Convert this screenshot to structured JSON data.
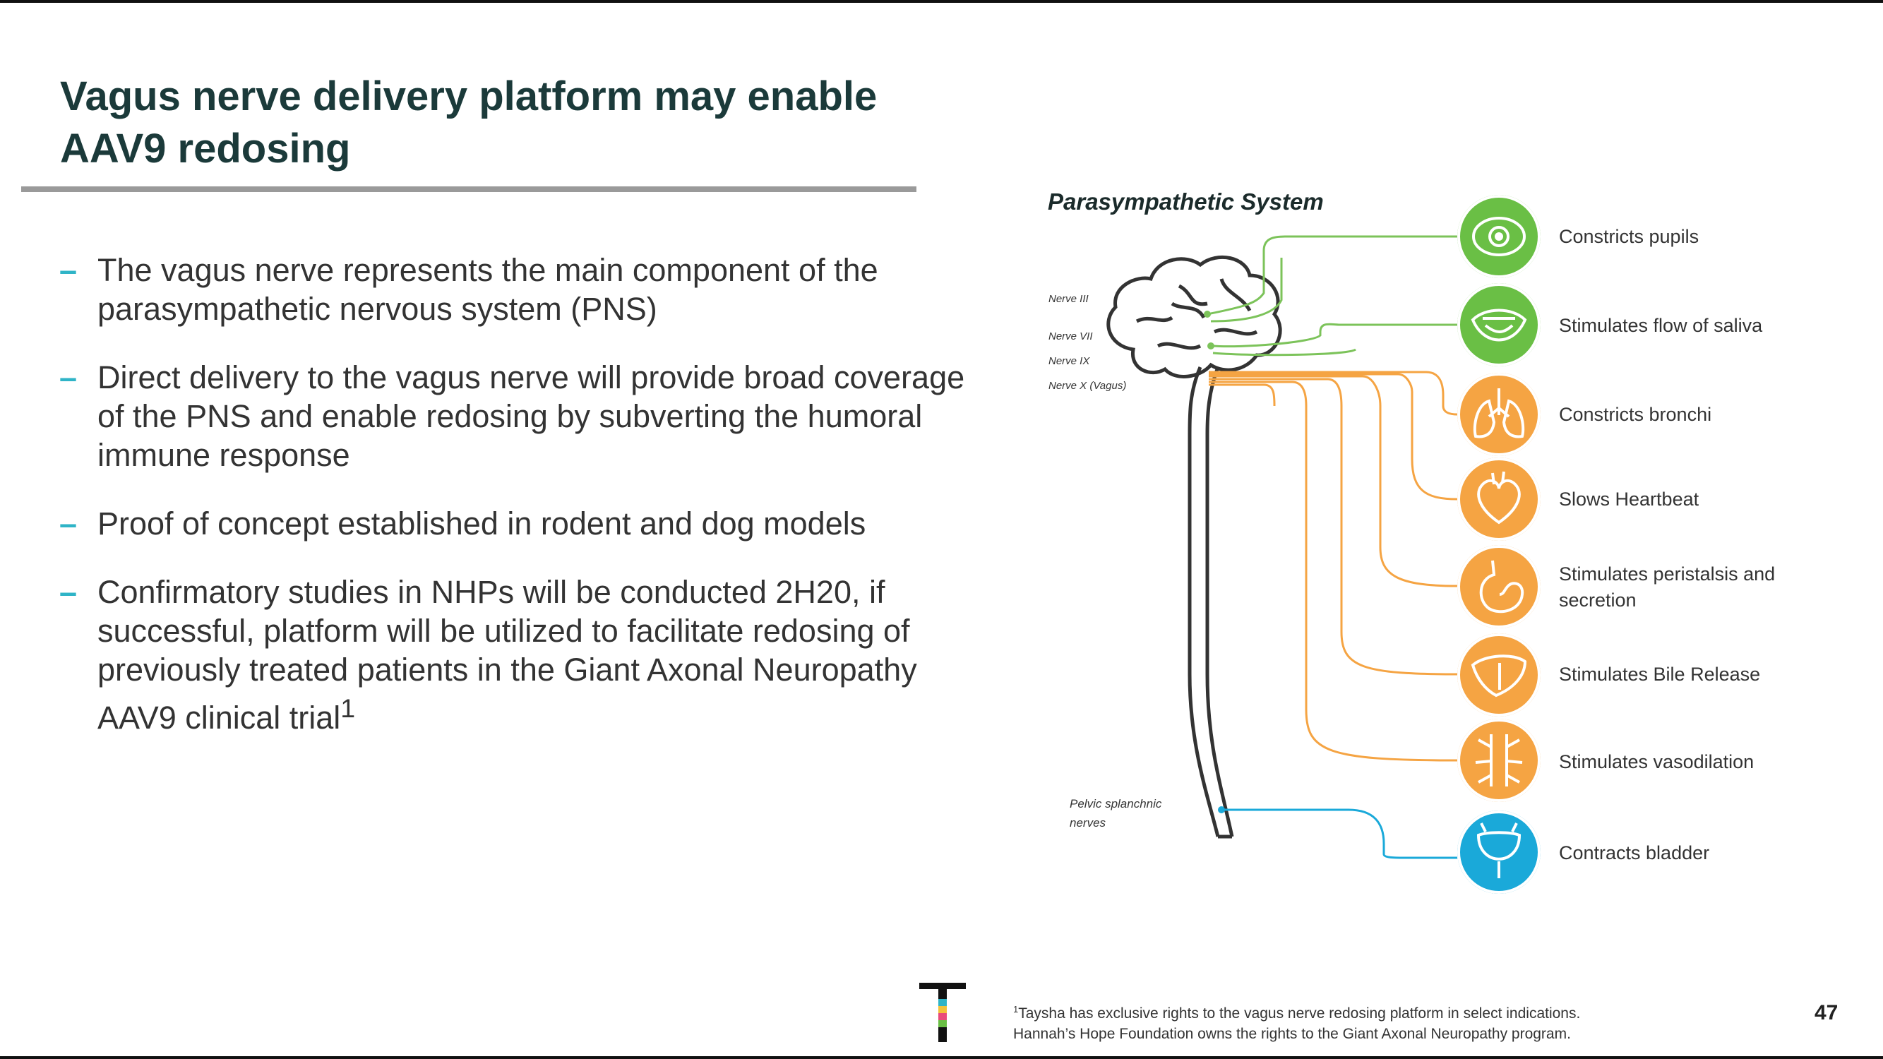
{
  "slide": {
    "title": "Vagus nerve delivery platform may enable AAV9 redosing",
    "bullets": [
      "The vagus nerve represents the main component of the parasympathetic nervous system (PNS)",
      "Direct delivery to the vagus nerve will provide broad coverage of the PNS and enable redosing by subverting the humoral immune response",
      "Proof of concept established in rodent and dog models",
      "Confirmatory studies in NHPs will be conducted 2H20, if successful, platform will be utilized to facilitate redosing of previously treated patients in the Giant Axonal Neuropathy AAV9 clinical trial"
    ],
    "bullet_marker": "–",
    "bullet_footnote_ref": "1",
    "accent_color": "#2fb4c7",
    "title_color": "#1b3a3a"
  },
  "diagram": {
    "title": "Parasympathetic System",
    "nerve_labels": [
      "Nerve III",
      "Nerve VII",
      "Nerve IX",
      "Nerve X (Vagus)"
    ],
    "pelvic_label": "Pelvic splanchnic nerves",
    "effects": [
      {
        "label": "Constricts pupils",
        "icon": "eye-icon",
        "color": "#6abf45"
      },
      {
        "label": "Stimulates flow of saliva",
        "icon": "mouth-icon",
        "color": "#6abf45"
      },
      {
        "label": "Constricts bronchi",
        "icon": "lungs-icon",
        "color": "#f5a443"
      },
      {
        "label": "Slows Heartbeat",
        "icon": "heart-icon",
        "color": "#f5a443"
      },
      {
        "label": "Stimulates peristalsis and secretion",
        "icon": "stomach-icon",
        "color": "#f5a443"
      },
      {
        "label": "Stimulates Bile Release",
        "icon": "liver-icon",
        "color": "#f5a443"
      },
      {
        "label": "Stimulates vasodilation",
        "icon": "vessel-icon",
        "color": "#f5a443"
      },
      {
        "label": "Contracts bladder",
        "icon": "bladder-icon",
        "color": "#1aa9d9"
      }
    ]
  },
  "footer": {
    "footnote_marker": "1",
    "footnote_line1": "Taysha has exclusive rights to the vagus nerve redosing platform in select indications.",
    "footnote_line2": "Hannah’s Hope Foundation owns the rights to the Giant Axonal Neuropathy program.",
    "page_number": "47",
    "logo": "taysha-logo"
  }
}
